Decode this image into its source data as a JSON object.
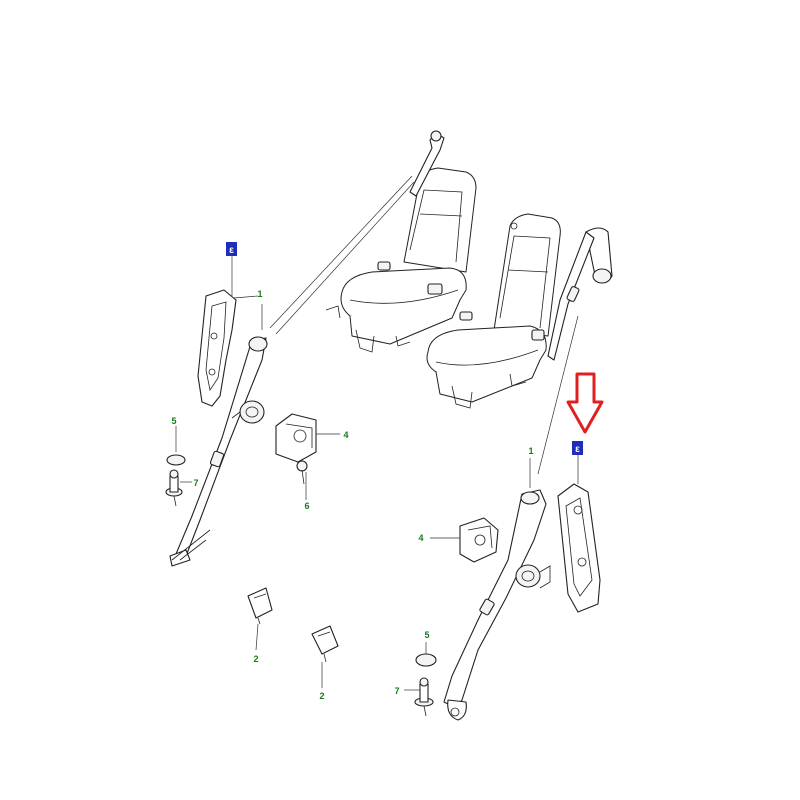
{
  "callouts": {
    "c1_left": "1",
    "c1_right": "1",
    "c2_a": "2",
    "c2_b": "2",
    "c4_left": "4",
    "c4_right": "4",
    "c5_left": "5",
    "c5_right": "5",
    "c6": "6",
    "c7_left": "7",
    "c7_right": "7"
  },
  "badges": {
    "badge_left": "ε",
    "badge_right": "ε"
  },
  "colors": {
    "callout_text": "#1a7a1a",
    "badge_fill": "#1f2db8",
    "arrow_stroke": "#e02020",
    "line": "#222222"
  }
}
